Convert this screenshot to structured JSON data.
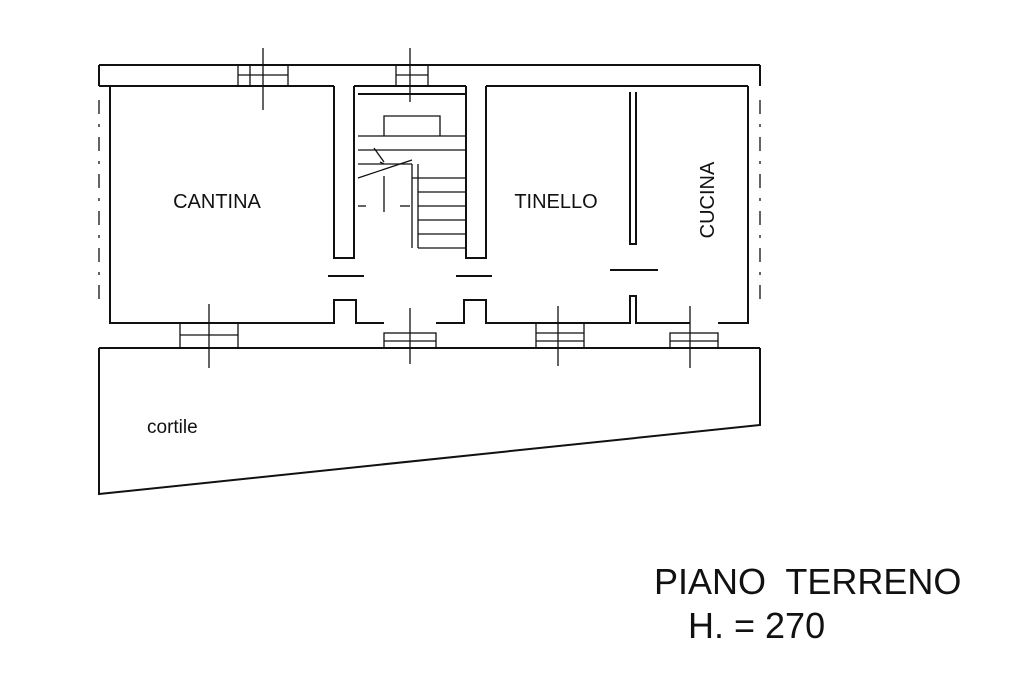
{
  "rooms": {
    "cantina": "CANTINA",
    "tinello": "TINELLO",
    "cucina": "CUCINA",
    "cortile": "cortile"
  },
  "title": {
    "floor": "PIANO  TERRENO",
    "height": "H. = 270"
  }
}
